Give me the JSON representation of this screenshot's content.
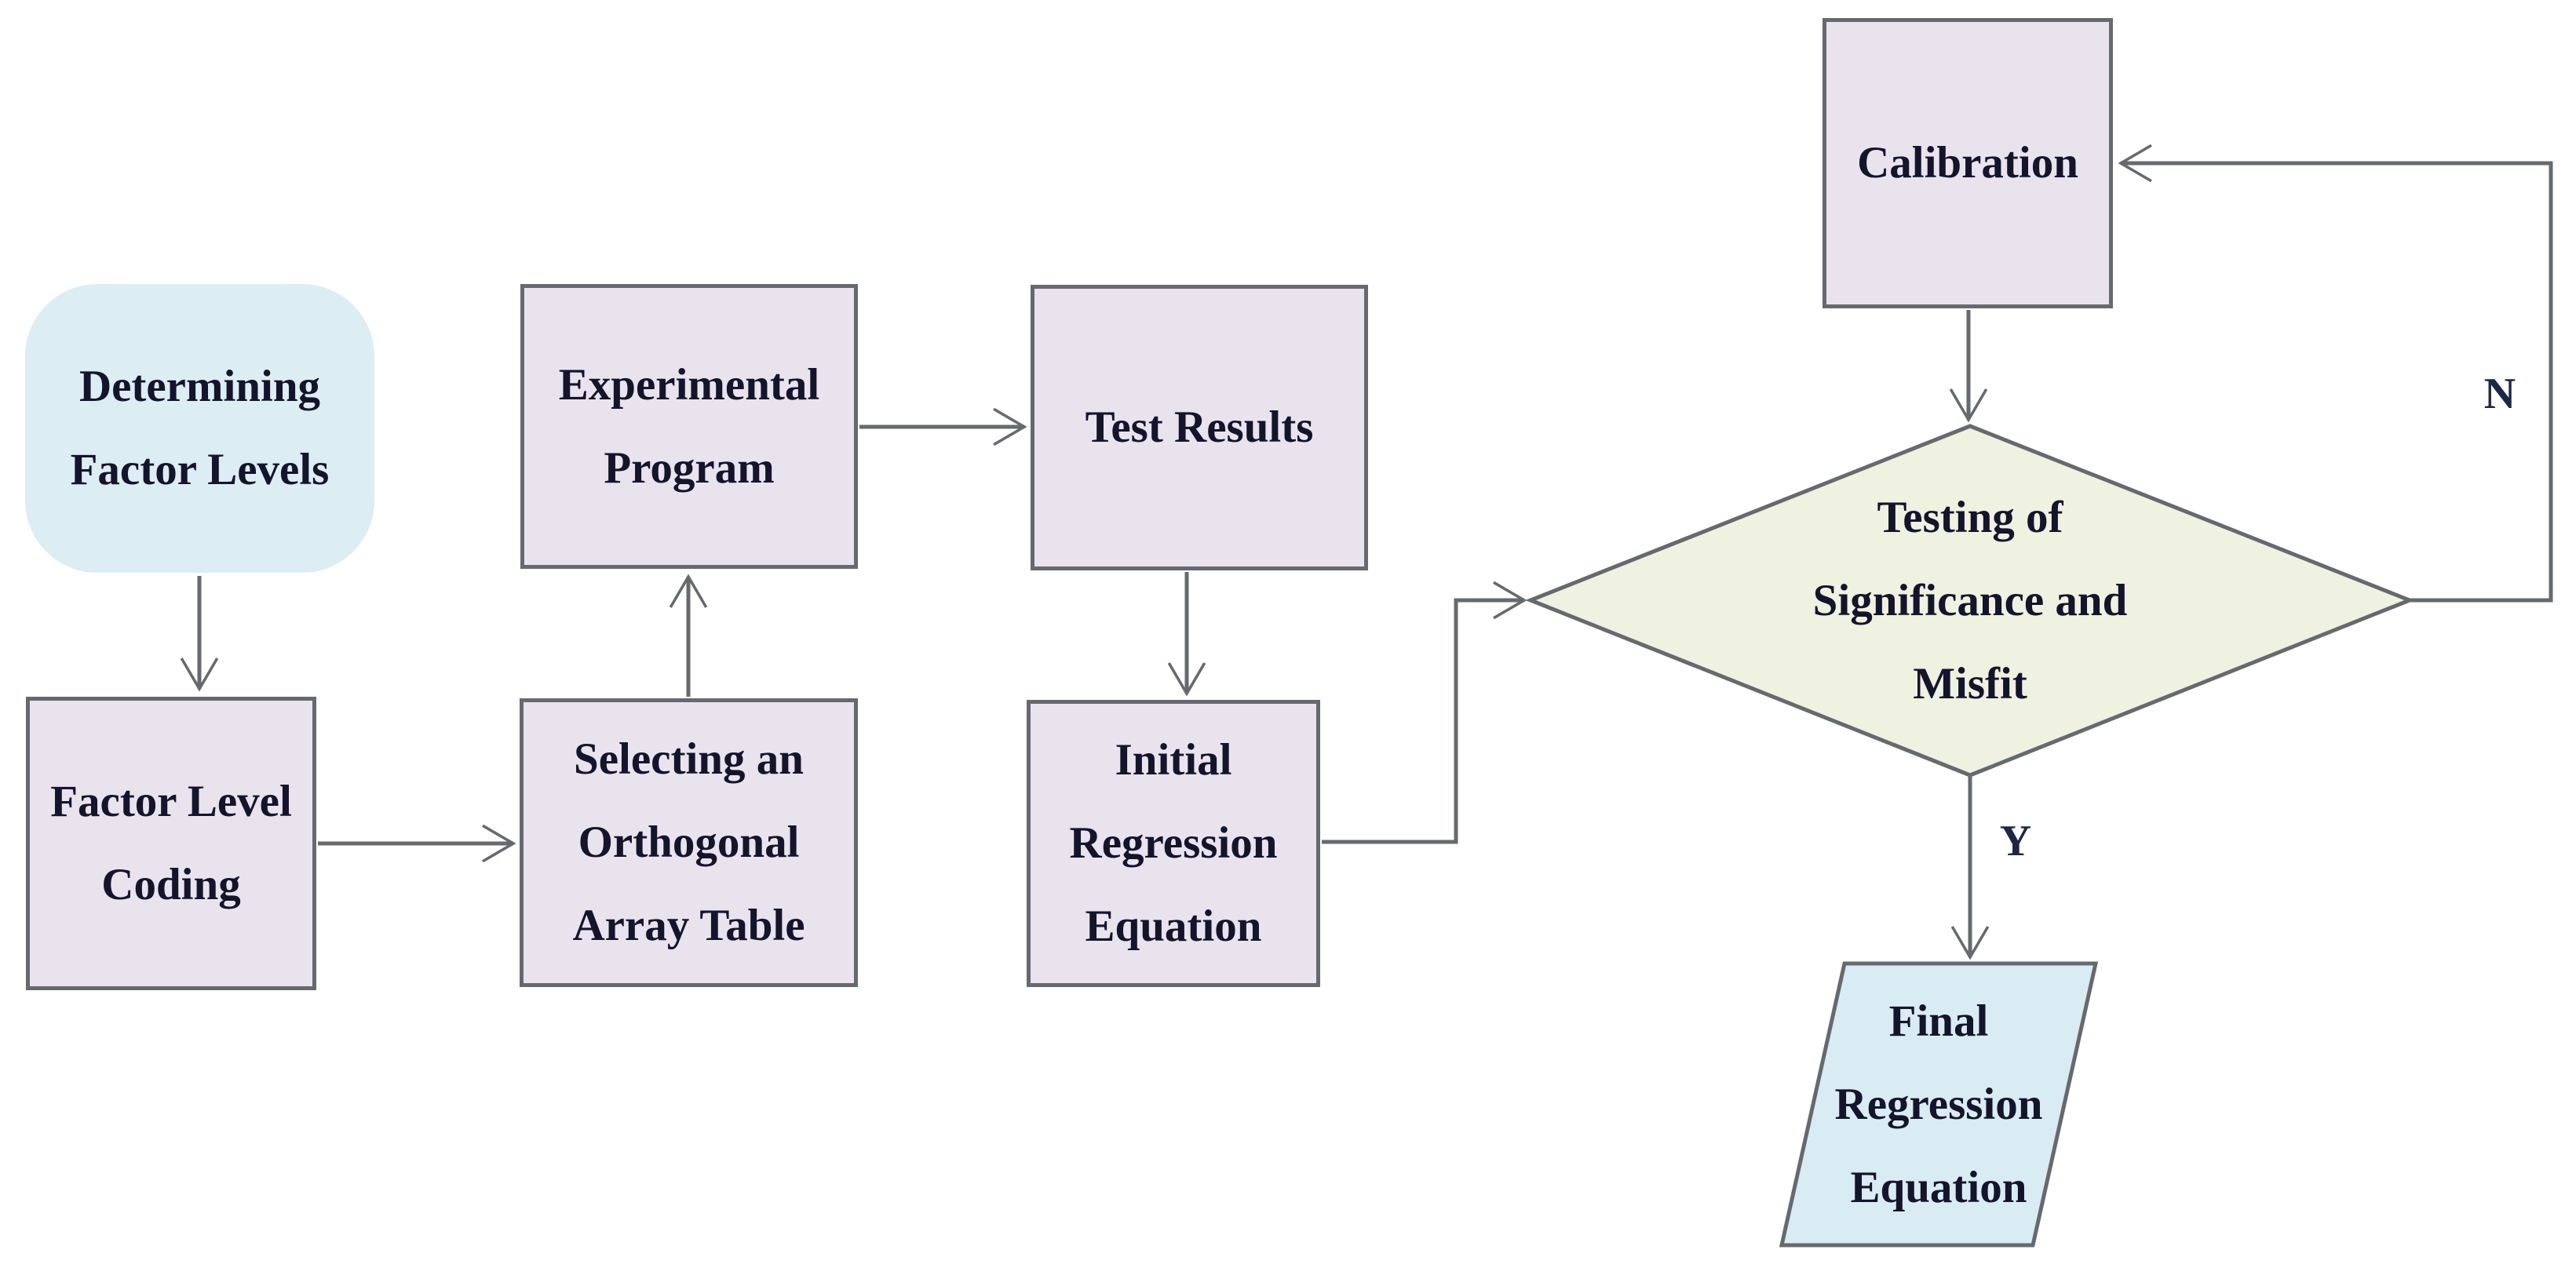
{
  "diagram_type": "flowchart",
  "colors": {
    "node_fill_blue": "#dcedf3",
    "node_fill_lavender": "#e9e3ee",
    "diamond_fill": "#eff1e1",
    "parallelogram_fill": "#d9ecf4",
    "border": "#66696e",
    "line": "#66696e",
    "text": "#14142b",
    "label_text": "#1c2745",
    "background": "#ffffff"
  },
  "nodes": {
    "determining_factor_levels": {
      "shape": "rounded-rectangle",
      "lines": [
        "Determining",
        "Factor Levels"
      ]
    },
    "factor_level_coding": {
      "shape": "rectangle",
      "lines": [
        "Factor Level",
        "Coding"
      ]
    },
    "selecting_orthogonal_array": {
      "shape": "rectangle",
      "lines": [
        "Selecting an",
        "Orthogonal",
        "Array Table"
      ]
    },
    "experimental_program": {
      "shape": "rectangle",
      "lines": [
        "Experimental",
        "Program"
      ]
    },
    "test_results": {
      "shape": "rectangle",
      "lines": [
        "Test Results"
      ]
    },
    "initial_regression_equation": {
      "shape": "rectangle",
      "lines": [
        "Initial",
        "Regression",
        "Equation"
      ]
    },
    "calibration": {
      "shape": "rectangle",
      "lines": [
        "Calibration"
      ]
    },
    "testing_significance_misfit": {
      "shape": "diamond",
      "lines": [
        "Testing of",
        "Significance and",
        "Misfit"
      ]
    },
    "final_regression_equation": {
      "shape": "parallelogram",
      "lines": [
        "Final",
        "Regression",
        "Equation"
      ]
    }
  },
  "edge_labels": {
    "no": "N",
    "yes": "Y"
  },
  "edges": [
    {
      "from": "determining_factor_levels",
      "to": "factor_level_coding",
      "label": ""
    },
    {
      "from": "factor_level_coding",
      "to": "selecting_orthogonal_array",
      "label": ""
    },
    {
      "from": "selecting_orthogonal_array",
      "to": "experimental_program",
      "label": ""
    },
    {
      "from": "experimental_program",
      "to": "test_results",
      "label": ""
    },
    {
      "from": "test_results",
      "to": "initial_regression_equation",
      "label": ""
    },
    {
      "from": "initial_regression_equation",
      "to": "testing_significance_misfit",
      "label": ""
    },
    {
      "from": "calibration",
      "to": "testing_significance_misfit",
      "label": ""
    },
    {
      "from": "testing_significance_misfit",
      "to": "calibration",
      "label": "N"
    },
    {
      "from": "testing_significance_misfit",
      "to": "final_regression_equation",
      "label": "Y"
    }
  ]
}
